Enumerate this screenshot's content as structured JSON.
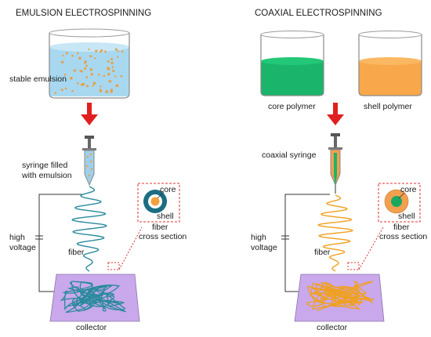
{
  "panels": [
    {
      "title": "EMULSION ELECTROSPINNING",
      "labels": {
        "solution": "stable emulsion",
        "syringe_line1": "syringe filled",
        "syringe_line2": "with emulsion",
        "core": "core",
        "shell": "shell",
        "cross_line1": "fiber",
        "cross_line2": "cross section",
        "fiber": "fiber",
        "voltage_line1": "high",
        "voltage_line2": "voltage",
        "collector": "collector"
      },
      "colors": {
        "fiber": "#2a8a9c",
        "emulsion": "#a8d8f0",
        "droplet": "#e8a048",
        "shell": "#1b6e82",
        "core": "#f2a23c"
      }
    },
    {
      "title": "COAXIAL ELECTROSPINNING",
      "labels": {
        "core_polymer": "core polymer",
        "shell_polymer": "shell polymer",
        "syringe": "coaxial syringe",
        "core": "core",
        "shell": "shell",
        "cross_line1": "fiber",
        "cross_line2": "cross section",
        "fiber": "fiber",
        "voltage_line1": "high",
        "voltage_line2": "voltage",
        "collector": "collector"
      },
      "colors": {
        "fiber": "#f0a020",
        "core_polymer": "#1ab56a",
        "shell_polymer": "#f8a84a",
        "shell": "#f2a050",
        "core": "#1aa860"
      }
    }
  ],
  "colors": {
    "arrow": "#e02020",
    "collector": "#c9a8ec",
    "callout": "#e03030"
  }
}
